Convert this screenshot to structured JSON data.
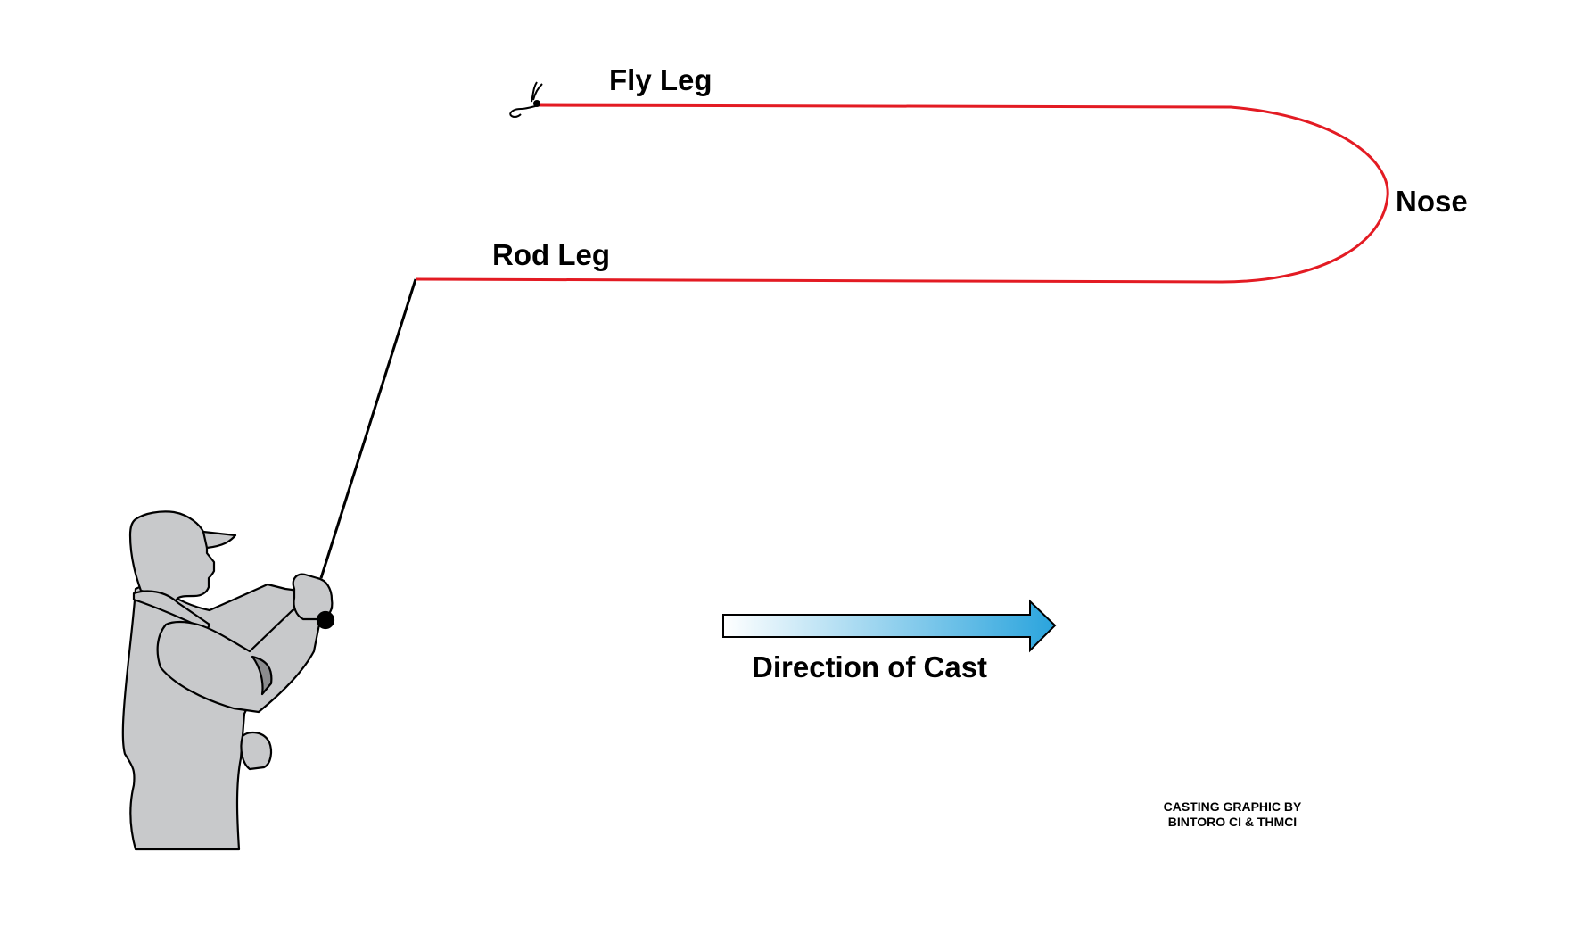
{
  "diagram": {
    "labels": {
      "fly_leg": "Fly Leg",
      "rod_leg": "Rod Leg",
      "nose": "Nose",
      "direction": "Direction of Cast"
    },
    "credit": {
      "line1": "CASTING GRAPHIC BY",
      "line2": "BINTORO CI & THMCI"
    },
    "colors": {
      "fly_line": "#e31b23",
      "rod": "#000000",
      "figure_fill": "#c8c9cb",
      "arrow_start": "#ffffff",
      "arrow_end": "#2aa4dd"
    },
    "icons": {
      "fly": "fly-icon",
      "angler": "angler-figure",
      "arrow": "direction-arrow"
    }
  }
}
